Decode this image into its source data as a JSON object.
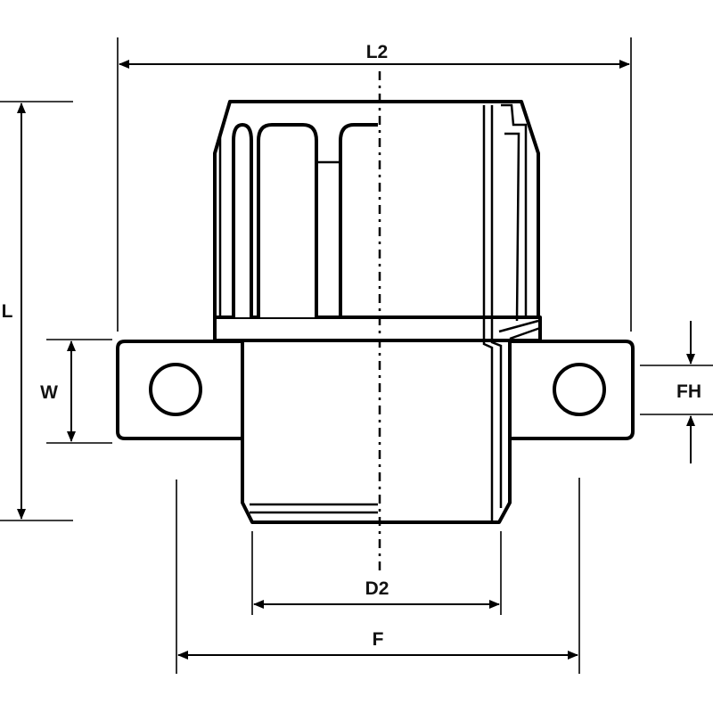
{
  "dimensions": {
    "L2": "L2",
    "L": "L",
    "W": "W",
    "FH": "FH",
    "D2": "D2",
    "F": "F"
  }
}
